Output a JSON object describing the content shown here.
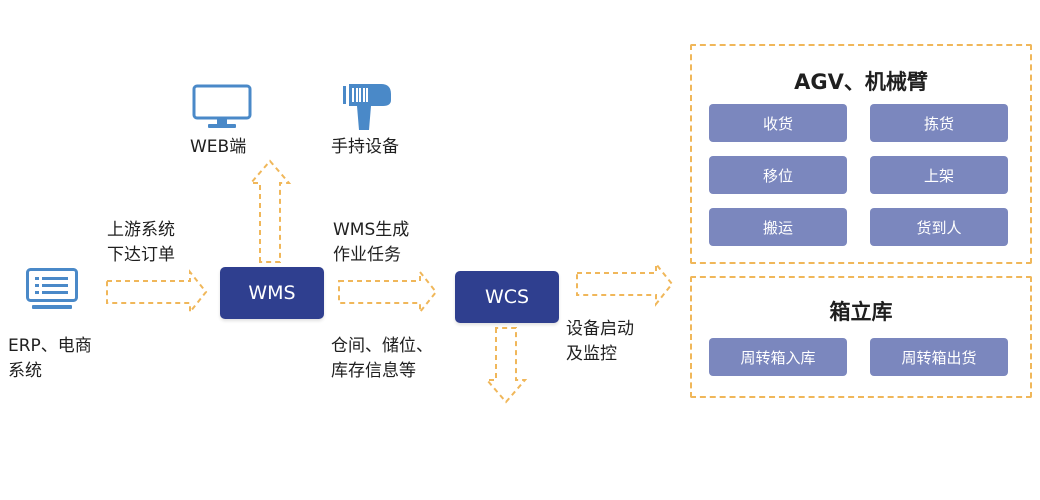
{
  "colors": {
    "node": "#2f3f8f",
    "capability": "#7b87be",
    "arrow": "#f0b75a",
    "icon": "#4a89c8"
  },
  "icons": {
    "web": "monitor-icon",
    "handheld": "barcode-scanner-icon",
    "erp": "terminal-icon"
  },
  "erp": {
    "line1": "ERP、电商",
    "line2": "系统"
  },
  "web": {
    "label": "WEB端"
  },
  "handheld": {
    "label": "手持设备"
  },
  "arrows": {
    "erp_to_wms": {
      "line1": "上游系统",
      "line2": "下达订单"
    },
    "wms_to_wcs_top": {
      "line1": "WMS生成",
      "line2": "作业任务"
    },
    "wms_to_wcs_bottom": {
      "line1": "仓间、储位、",
      "line2": "库存信息等"
    },
    "wcs_to_devices": {
      "line1": "设备启动",
      "line2": "及监控"
    }
  },
  "nodes": {
    "wms": "WMS",
    "wcs": "WCS"
  },
  "agv_panel": {
    "title": "AGV、机械臂",
    "items": [
      "收货",
      "拣货",
      "移位",
      "上架",
      "搬运",
      "货到人"
    ]
  },
  "warehouse_panel": {
    "title": "箱立库",
    "items": [
      "周转箱入库",
      "周转箱出货"
    ]
  }
}
